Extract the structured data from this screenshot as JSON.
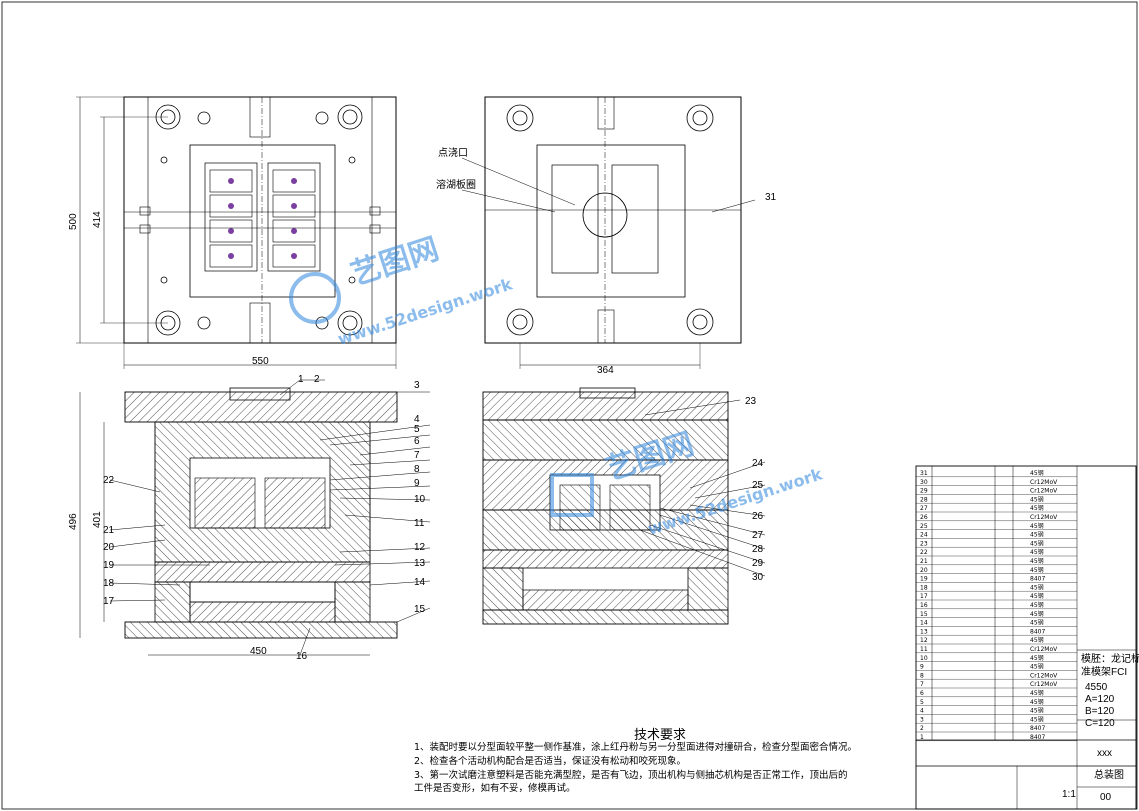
{
  "dims": {
    "height_500": "500",
    "height_414": "414",
    "width_550": "550",
    "width_364": "364",
    "width_450": "450",
    "height_496": "496",
    "height_401": "401"
  },
  "callouts": [
    "1",
    "2",
    "3",
    "4",
    "5",
    "6",
    "7",
    "8",
    "9",
    "10",
    "11",
    "12",
    "13",
    "14",
    "15",
    "16",
    "17",
    "18",
    "19",
    "20",
    "21",
    "22",
    "23",
    "24",
    "25",
    "26",
    "27",
    "28",
    "29",
    "30",
    "31"
  ],
  "annotations": {
    "gate": "点浇口",
    "insert": "溶湖板圈"
  },
  "watermark": {
    "brand": "艺图网",
    "url": "www.52design.work"
  },
  "tech_req": {
    "title": "技术要求",
    "items": [
      "1、装配时要以分型面较平整一侧作基准，涂上红丹粉与另一分型面进得对撞研合，检查分型面密合情况。",
      "2、检查各个活动机构配合是否适当，保证没有松动和咬死现象。",
      "3、第一次试磨注意塑料是否能充满型腔，是否有飞边，顶出机构与侧抽芯机构是否正常工作，顶出后的",
      "   工件是否变形，如有不妥，修模再试。"
    ]
  },
  "title_block": {
    "model": "模胚：龙记标",
    "std": "准模架FCI",
    "code": "4550",
    "a": "A=120",
    "b": "B=120",
    "c": "C=120",
    "drawing_name": "总装图",
    "xxx": "xxx",
    "scale": "1:1",
    "sheet": "00"
  },
  "bom_rows": [
    {
      "no": "31",
      "mat": "45钢"
    },
    {
      "no": "30",
      "mat": "Cr12MoV"
    },
    {
      "no": "29",
      "mat": "Cr12MoV"
    },
    {
      "no": "28",
      "mat": "45钢"
    },
    {
      "no": "27",
      "mat": "45钢"
    },
    {
      "no": "26",
      "mat": "Cr12MoV"
    },
    {
      "no": "25",
      "mat": "45钢"
    },
    {
      "no": "24",
      "mat": "45钢"
    },
    {
      "no": "23",
      "mat": "45钢"
    },
    {
      "no": "22",
      "mat": "45钢"
    },
    {
      "no": "21",
      "mat": "45钢"
    },
    {
      "no": "20",
      "mat": "45钢"
    },
    {
      "no": "19",
      "mat": "8407"
    },
    {
      "no": "18",
      "mat": "45钢"
    },
    {
      "no": "17",
      "mat": "45钢"
    },
    {
      "no": "16",
      "mat": "45钢"
    },
    {
      "no": "15",
      "mat": "45钢"
    },
    {
      "no": "14",
      "mat": "45钢"
    },
    {
      "no": "13",
      "mat": "8407"
    },
    {
      "no": "12",
      "mat": "45钢"
    },
    {
      "no": "11",
      "mat": "Cr12MoV"
    },
    {
      "no": "10",
      "mat": "45钢"
    },
    {
      "no": "9",
      "mat": "45钢"
    },
    {
      "no": "8",
      "mat": "Cr12MoV"
    },
    {
      "no": "7",
      "mat": "Cr12MoV"
    },
    {
      "no": "6",
      "mat": "45钢"
    },
    {
      "no": "5",
      "mat": "45钢"
    },
    {
      "no": "4",
      "mat": "45钢"
    },
    {
      "no": "3",
      "mat": "45钢"
    },
    {
      "no": "2",
      "mat": "8407"
    },
    {
      "no": "1",
      "mat": "8407"
    }
  ]
}
